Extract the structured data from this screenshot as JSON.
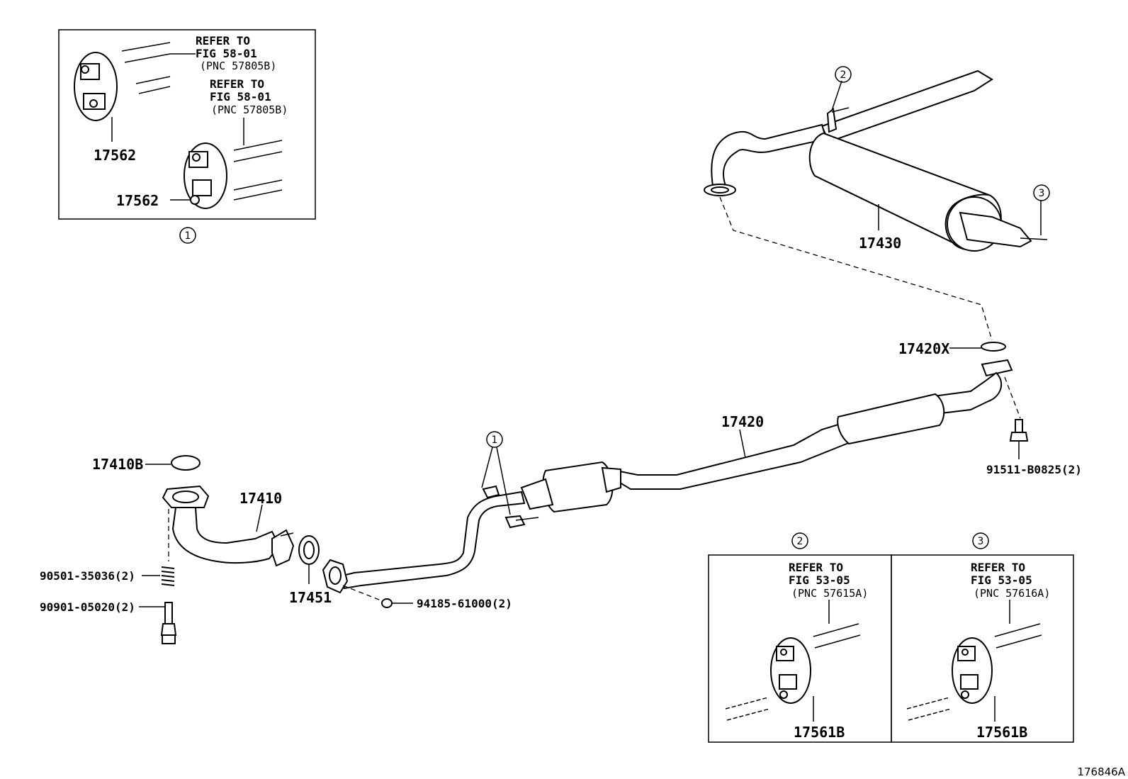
{
  "inset1": {
    "refer1": [
      "REFER TO",
      "FIG 58-01",
      "(PNC 57805B)"
    ],
    "refer2": [
      "REFER TO",
      "FIG 58-01",
      "(PNC 57805B)"
    ],
    "part_top": "17562",
    "part_bottom": "17562",
    "callout": "1"
  },
  "inset2": {
    "callout": "2",
    "refer": [
      "REFER TO",
      "FIG 53-05",
      "(PNC 57615A)"
    ],
    "part": "17561B"
  },
  "inset3": {
    "callout": "3",
    "refer": [
      "REFER TO",
      "FIG 53-05",
      "(PNC 57616A)"
    ],
    "part": "17561B"
  },
  "labels": {
    "muffler": "17430",
    "callout2_top": "2",
    "callout3_top": "3",
    "gasket_17420x": "17420X",
    "pipe_17420": "17420",
    "bolt_91511": "91511-B0825(2)",
    "gasket_17410b": "17410B",
    "pipe_17410": "17410",
    "gasket_17451": "17451",
    "spring_90501": "90501-35036(2)",
    "bolt_90901": "90901-05020(2)",
    "nut_94185": "94185-61000(2)",
    "callout1_mid": "1"
  },
  "footer_code": "176846A"
}
